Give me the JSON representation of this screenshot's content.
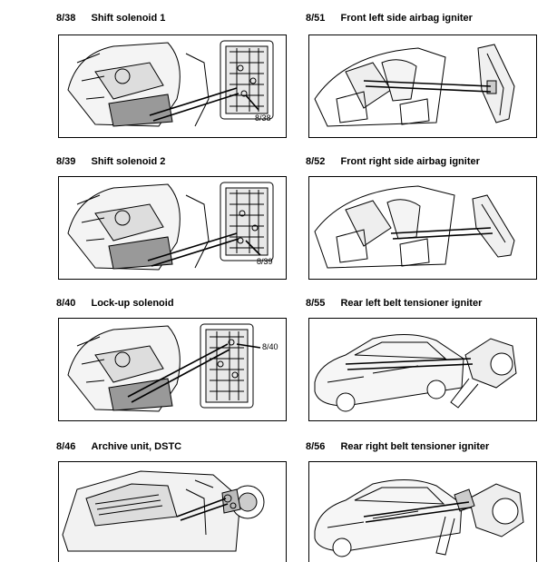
{
  "items": [
    {
      "code": "8/38",
      "title": "Shift solenoid 1",
      "callout": "8/38"
    },
    {
      "code": "8/51",
      "title": "Front left side airbag igniter"
    },
    {
      "code": "8/39",
      "title": "Shift solenoid 2",
      "callout": "8/39"
    },
    {
      "code": "8/52",
      "title": "Front right side airbag igniter"
    },
    {
      "code": "8/40",
      "title": "Lock-up solenoid",
      "callout": "8/40"
    },
    {
      "code": "8/55",
      "title": "Rear left belt tensioner igniter"
    },
    {
      "code": "8/46",
      "title": "Archive unit, DSTC"
    },
    {
      "code": "8/56",
      "title": "Rear right belt tensioner igniter"
    }
  ]
}
